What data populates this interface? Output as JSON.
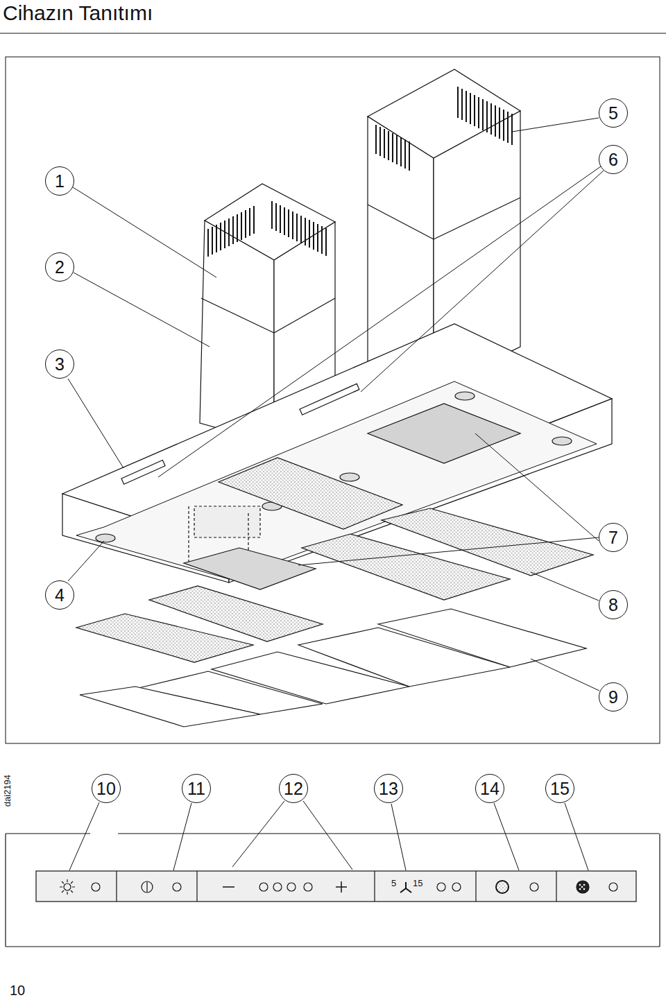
{
  "diagram": {
    "title": "Cihazın Tanıtımı",
    "nodes": [
      {
        "text": [
          "1"
        ]
      },
      {
        "text": [
          "2"
        ]
      },
      {
        "text": [
          "3"
        ]
      },
      {
        "text": [
          "4"
        ]
      },
      {
        "text": [
          "5"
        ]
      },
      {
        "text": [
          "6"
        ]
      },
      {
        "text": [
          "7"
        ]
      },
      {
        "text": [
          "8"
        ]
      },
      {
        "text": [
          "9"
        ]
      },
      {
        "text": [
          "10"
        ]
      },
      {
        "text": [
          "11"
        ]
      },
      {
        "text": [
          "12"
        ]
      },
      {
        "text": [
          "13"
        ]
      },
      {
        "text": [
          "14"
        ]
      },
      {
        "text": [
          "15"
        ]
      }
    ],
    "labels": [
      "dai2194",
      "5",
      "15",
      "10"
    ]
  }
}
